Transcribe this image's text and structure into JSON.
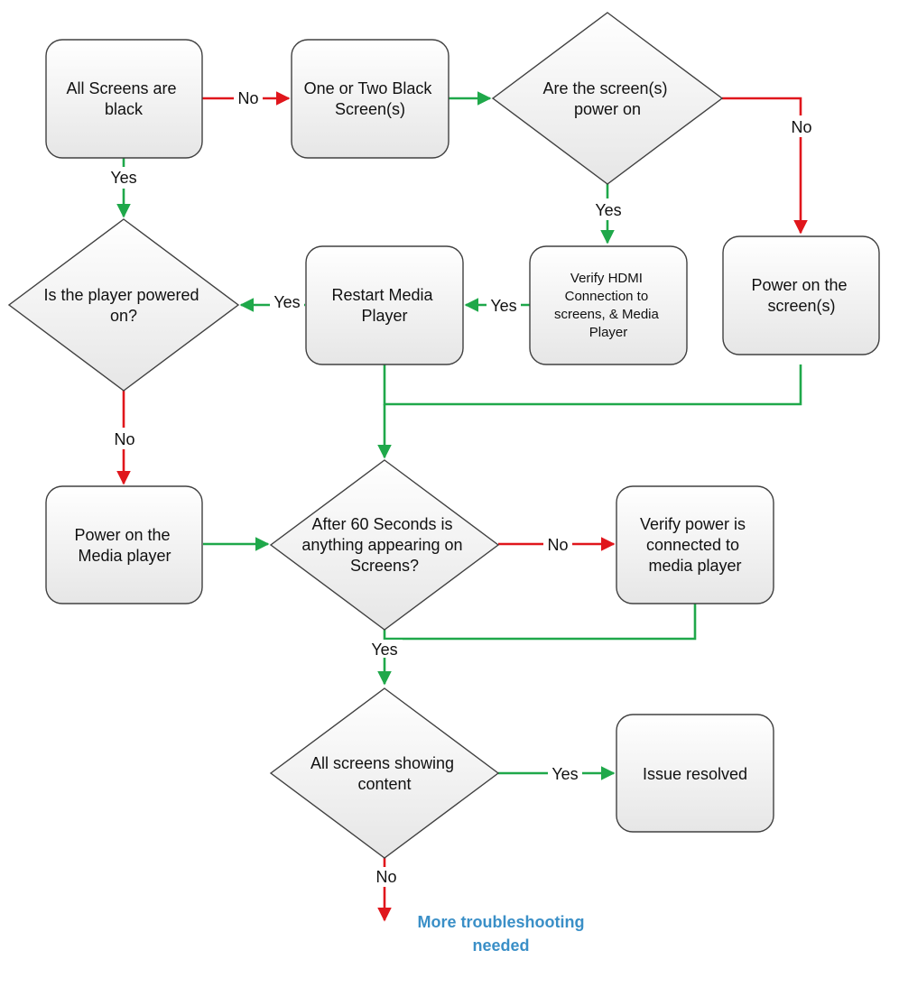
{
  "nodes": {
    "all_black": "All Screens are black",
    "one_two_black": "One or Two Black Screen(s)",
    "screens_power": "Are the screen(s) power on",
    "player_powered": "Is the player powered on?",
    "restart_player": "Restart Media Player",
    "verify_hdmi": "Verify HDMI Connection to screens, & Media Player",
    "power_screens": "Power on the screen(s)",
    "power_player": "Power on the Media player",
    "after_60": "After 60 Seconds is anything appearing on Screens?",
    "verify_power": "Verify power is connected to media player",
    "all_showing": "All screens showing content",
    "issue_resolved": "Issue resolved"
  },
  "edge_labels": {
    "all_black_no": "No",
    "all_black_yes": "Yes",
    "screens_power_no": "No",
    "screens_power_yes": "Yes",
    "hdmi_yes": "Yes",
    "restart_yes": "Yes",
    "player_powered_no": "No",
    "after_60_no": "No",
    "after_60_yes": "Yes",
    "all_showing_yes": "Yes",
    "all_showing_no": "No"
  },
  "final_note": [
    "More troubleshooting",
    "needed"
  ],
  "colors": {
    "yes_line": "#1fa84a",
    "no_line": "#e0161c",
    "note_text": "#3a8fc7",
    "node_border": "#404040"
  }
}
